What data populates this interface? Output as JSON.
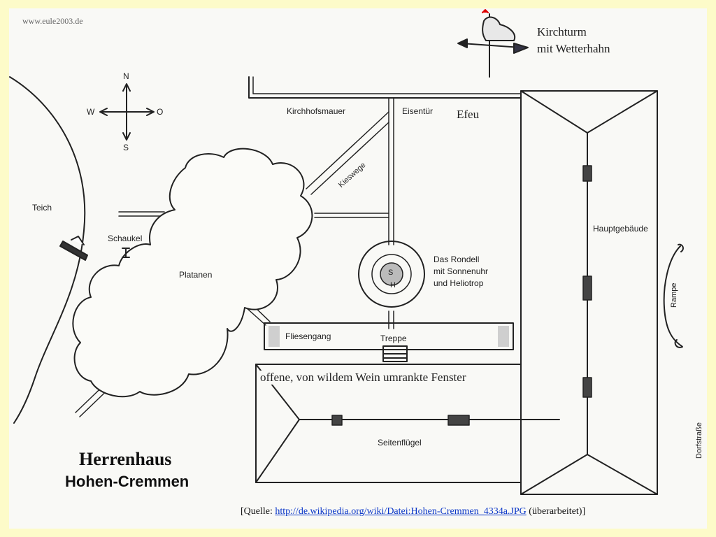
{
  "credit": "www.eule2003.de",
  "title": {
    "line1": "Herrenhaus",
    "line2": "Hohen-Cremmen"
  },
  "legend": {
    "line1": "Kirchturm",
    "line2": "mit Wetterhahn"
  },
  "compass": {
    "n": "N",
    "s": "S",
    "w": "W",
    "o": "O"
  },
  "labels": {
    "kirchhofsmauer": "Kirchhofsmauer",
    "eisentuer": "Eisentür",
    "efeu": "Efeu",
    "kieswege": "Kieswege",
    "teich": "Teich",
    "schaukel": "Schaukel",
    "platanen": "Platanen",
    "rondell1": "Das Rondell",
    "rondell2": "mit Sonnenuhr",
    "rondell3": "und Heliotrop",
    "sundial_s": "S",
    "sundial_h": "H",
    "fliesengang": "Fliesengang",
    "treppe": "Treppe",
    "fenster": "offene, von wildem Wein umrankte Fenster",
    "seitenfluegel": "Seitenflügel",
    "hauptgebaeude": "Hauptgebäude",
    "rampe": "Rampe",
    "dorfstrasse": "Dorfstraße"
  },
  "source": {
    "prefix": "[Quelle: ",
    "link": "http://de.wikipedia.org/wiki/Datei:Hohen-Cremmen_4334a.JPG",
    "suffix": " (überarbeitet)]"
  }
}
